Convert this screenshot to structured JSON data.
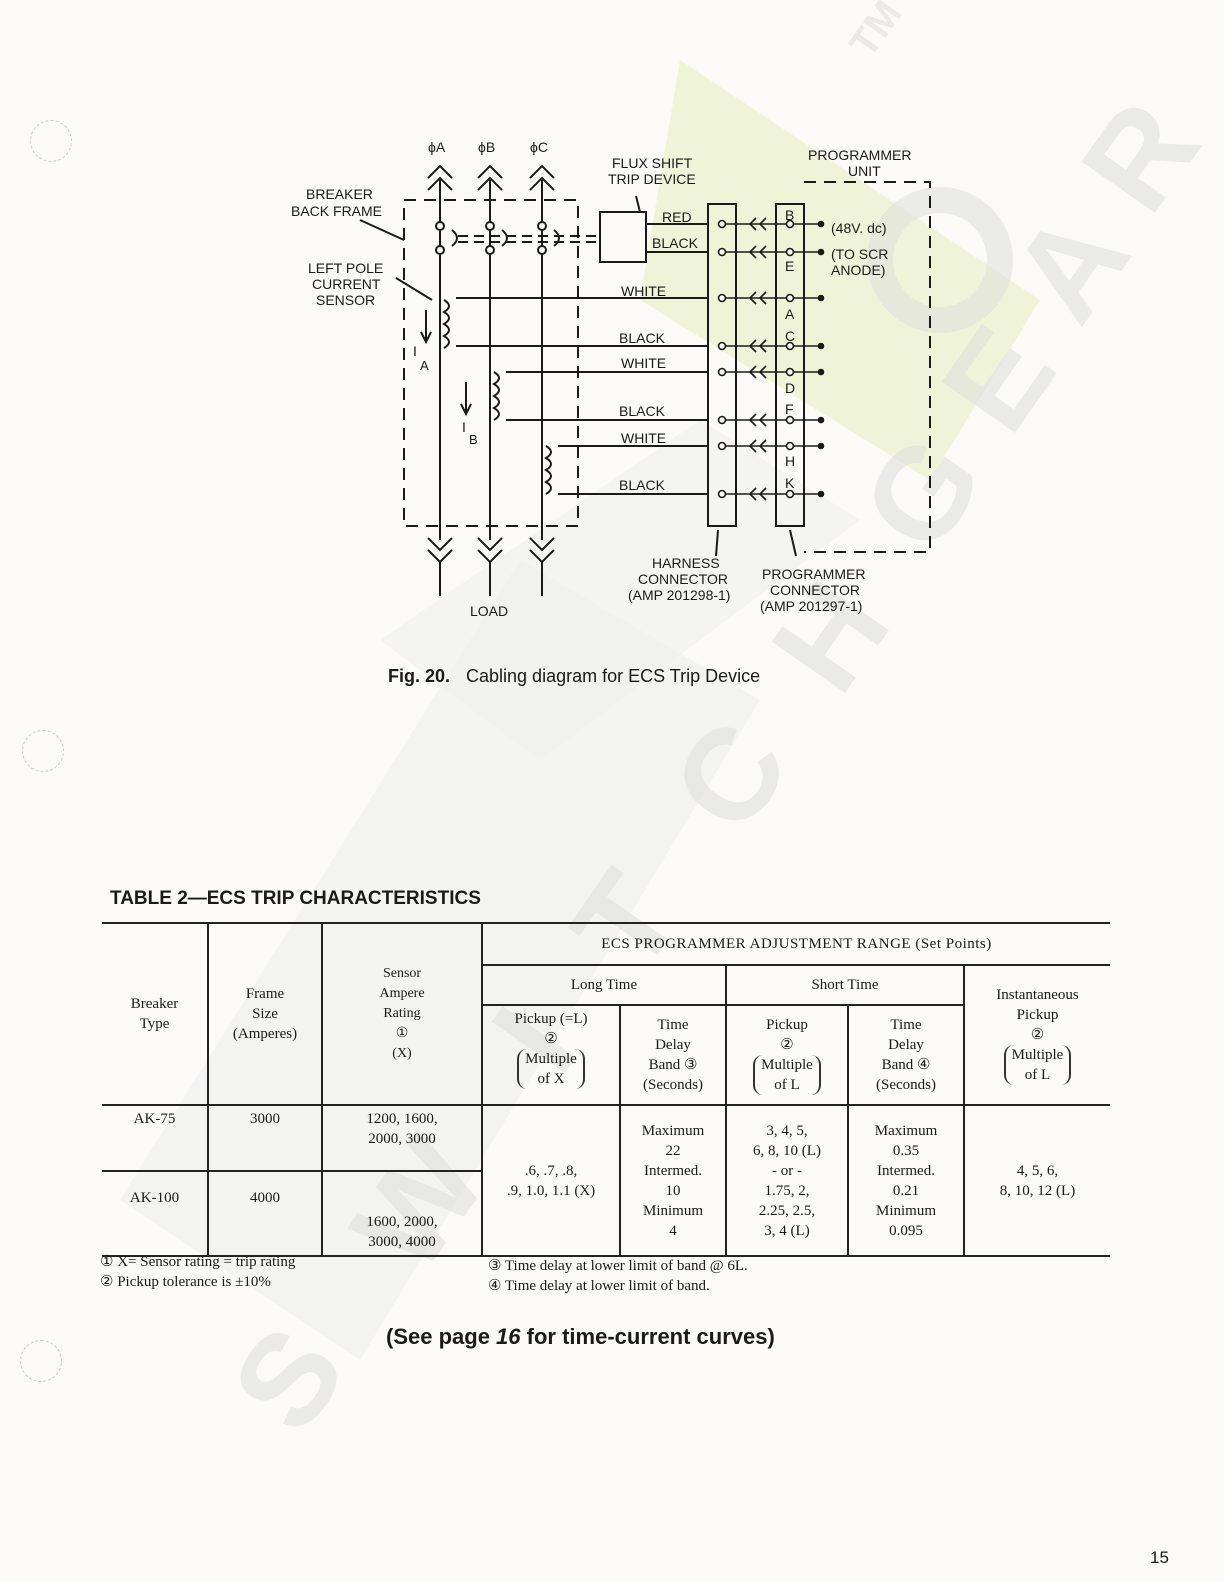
{
  "watermark": {
    "text": "SWITCHGEAR",
    "mark": "TM",
    "color": "#d8d8d8",
    "accent": "#e9f2c9"
  },
  "diagram": {
    "phases": [
      "ϕA",
      "ϕB",
      "ϕC"
    ],
    "breaker_label_1": "BREAKER",
    "breaker_label_2": "BACK FRAME",
    "sensor_label_1": "LEFT POLE",
    "sensor_label_2": "CURRENT",
    "sensor_label_3": "SENSOR",
    "flux_label_1": "FLUX SHIFT",
    "flux_label_2": "TRIP DEVICE",
    "programmer_label_1": "PROGRAMMER",
    "programmer_label_2": "UNIT",
    "wires": [
      "RED",
      "BLACK",
      "WHITE",
      "BLACK",
      "WHITE",
      "BLACK",
      "WHITE",
      "BLACK"
    ],
    "pins": [
      "B",
      "E",
      "A",
      "C",
      "D",
      "F",
      "H",
      "K"
    ],
    "note_1": "(48V. dc)",
    "note_2": "(TO SCR",
    "note_3": "ANODE)",
    "current_a": "I",
    "current_a_sub": "A",
    "current_b": "I",
    "current_b_sub": "B",
    "load": "LOAD",
    "harness_1": "HARNESS",
    "harness_2": "CONNECTOR",
    "harness_3": "(AMP 201298-1)",
    "prog_conn_1": "PROGRAMMER",
    "prog_conn_2": "CONNECTOR",
    "prog_conn_3": "(AMP 201297-1)"
  },
  "caption": {
    "fig": "Fig. 20.",
    "text": "Cabling diagram for ECS Trip Device"
  },
  "table": {
    "title": "TABLE 2—ECS TRIP CHARACTERISTICS",
    "group_header": "ECS PROGRAMMER ADJUSTMENT RANGE (Set Points)",
    "breaker_type": [
      "Breaker",
      "Type"
    ],
    "frame_size": [
      "Frame",
      "Size",
      "(Amperes)"
    ],
    "sensor": [
      "Sensor",
      "Ampere",
      "Rating",
      "①",
      "(X)"
    ],
    "long_time": "Long Time",
    "short_time": "Short Time",
    "instantaneous": [
      "Instantaneous",
      "Pickup",
      "②"
    ],
    "lt_pickup": [
      "Pickup (=L)",
      "②"
    ],
    "lt_pickup_paren": [
      "Multiple",
      "of X"
    ],
    "lt_delay": [
      "Time",
      "Delay",
      "Band ③",
      "(Seconds)"
    ],
    "st_pickup": [
      "Pickup",
      "②"
    ],
    "st_pickup_paren": [
      "Multiple",
      "of L"
    ],
    "st_delay": [
      "Time",
      "Delay",
      "Band ④",
      "(Seconds)"
    ],
    "inst_paren": [
      "Multiple",
      "of L"
    ],
    "rows": [
      {
        "type": "AK-75",
        "frame": "3000",
        "sensor": [
          "1200, 1600,",
          "2000, 3000"
        ]
      },
      {
        "type": "AK-100",
        "frame": "4000",
        "sensor": [
          "1600, 2000,",
          "3000, 4000"
        ]
      }
    ],
    "lt_pickup_vals": [
      ".6, .7, .8,",
      ".9, 1.0, 1.1 (X)"
    ],
    "lt_delay_vals": [
      "Maximum",
      "22",
      "Intermed.",
      "10",
      "Minimum",
      "4"
    ],
    "st_pickup_vals": [
      "3, 4, 5,",
      "6, 8, 10 (L)",
      "- or -",
      "1.75, 2,",
      "2.25, 2.5,",
      "3, 4 (L)"
    ],
    "st_delay_vals": [
      "Maximum",
      "0.35",
      "Intermed.",
      "0.21",
      "Minimum",
      "0.095"
    ],
    "inst_vals": [
      "4, 5, 6,",
      "8, 10, 12 (L)"
    ]
  },
  "footnotes": [
    "① X= Sensor rating = trip rating",
    "② Pickup tolerance is ±10%",
    "③ Time delay at lower limit of band @ 6L.",
    "④ Time delay at lower limit of band."
  ],
  "see_note": {
    "pre": "(See page ",
    "page": "16",
    "post": " for time-current curves)"
  },
  "page_number": "15"
}
